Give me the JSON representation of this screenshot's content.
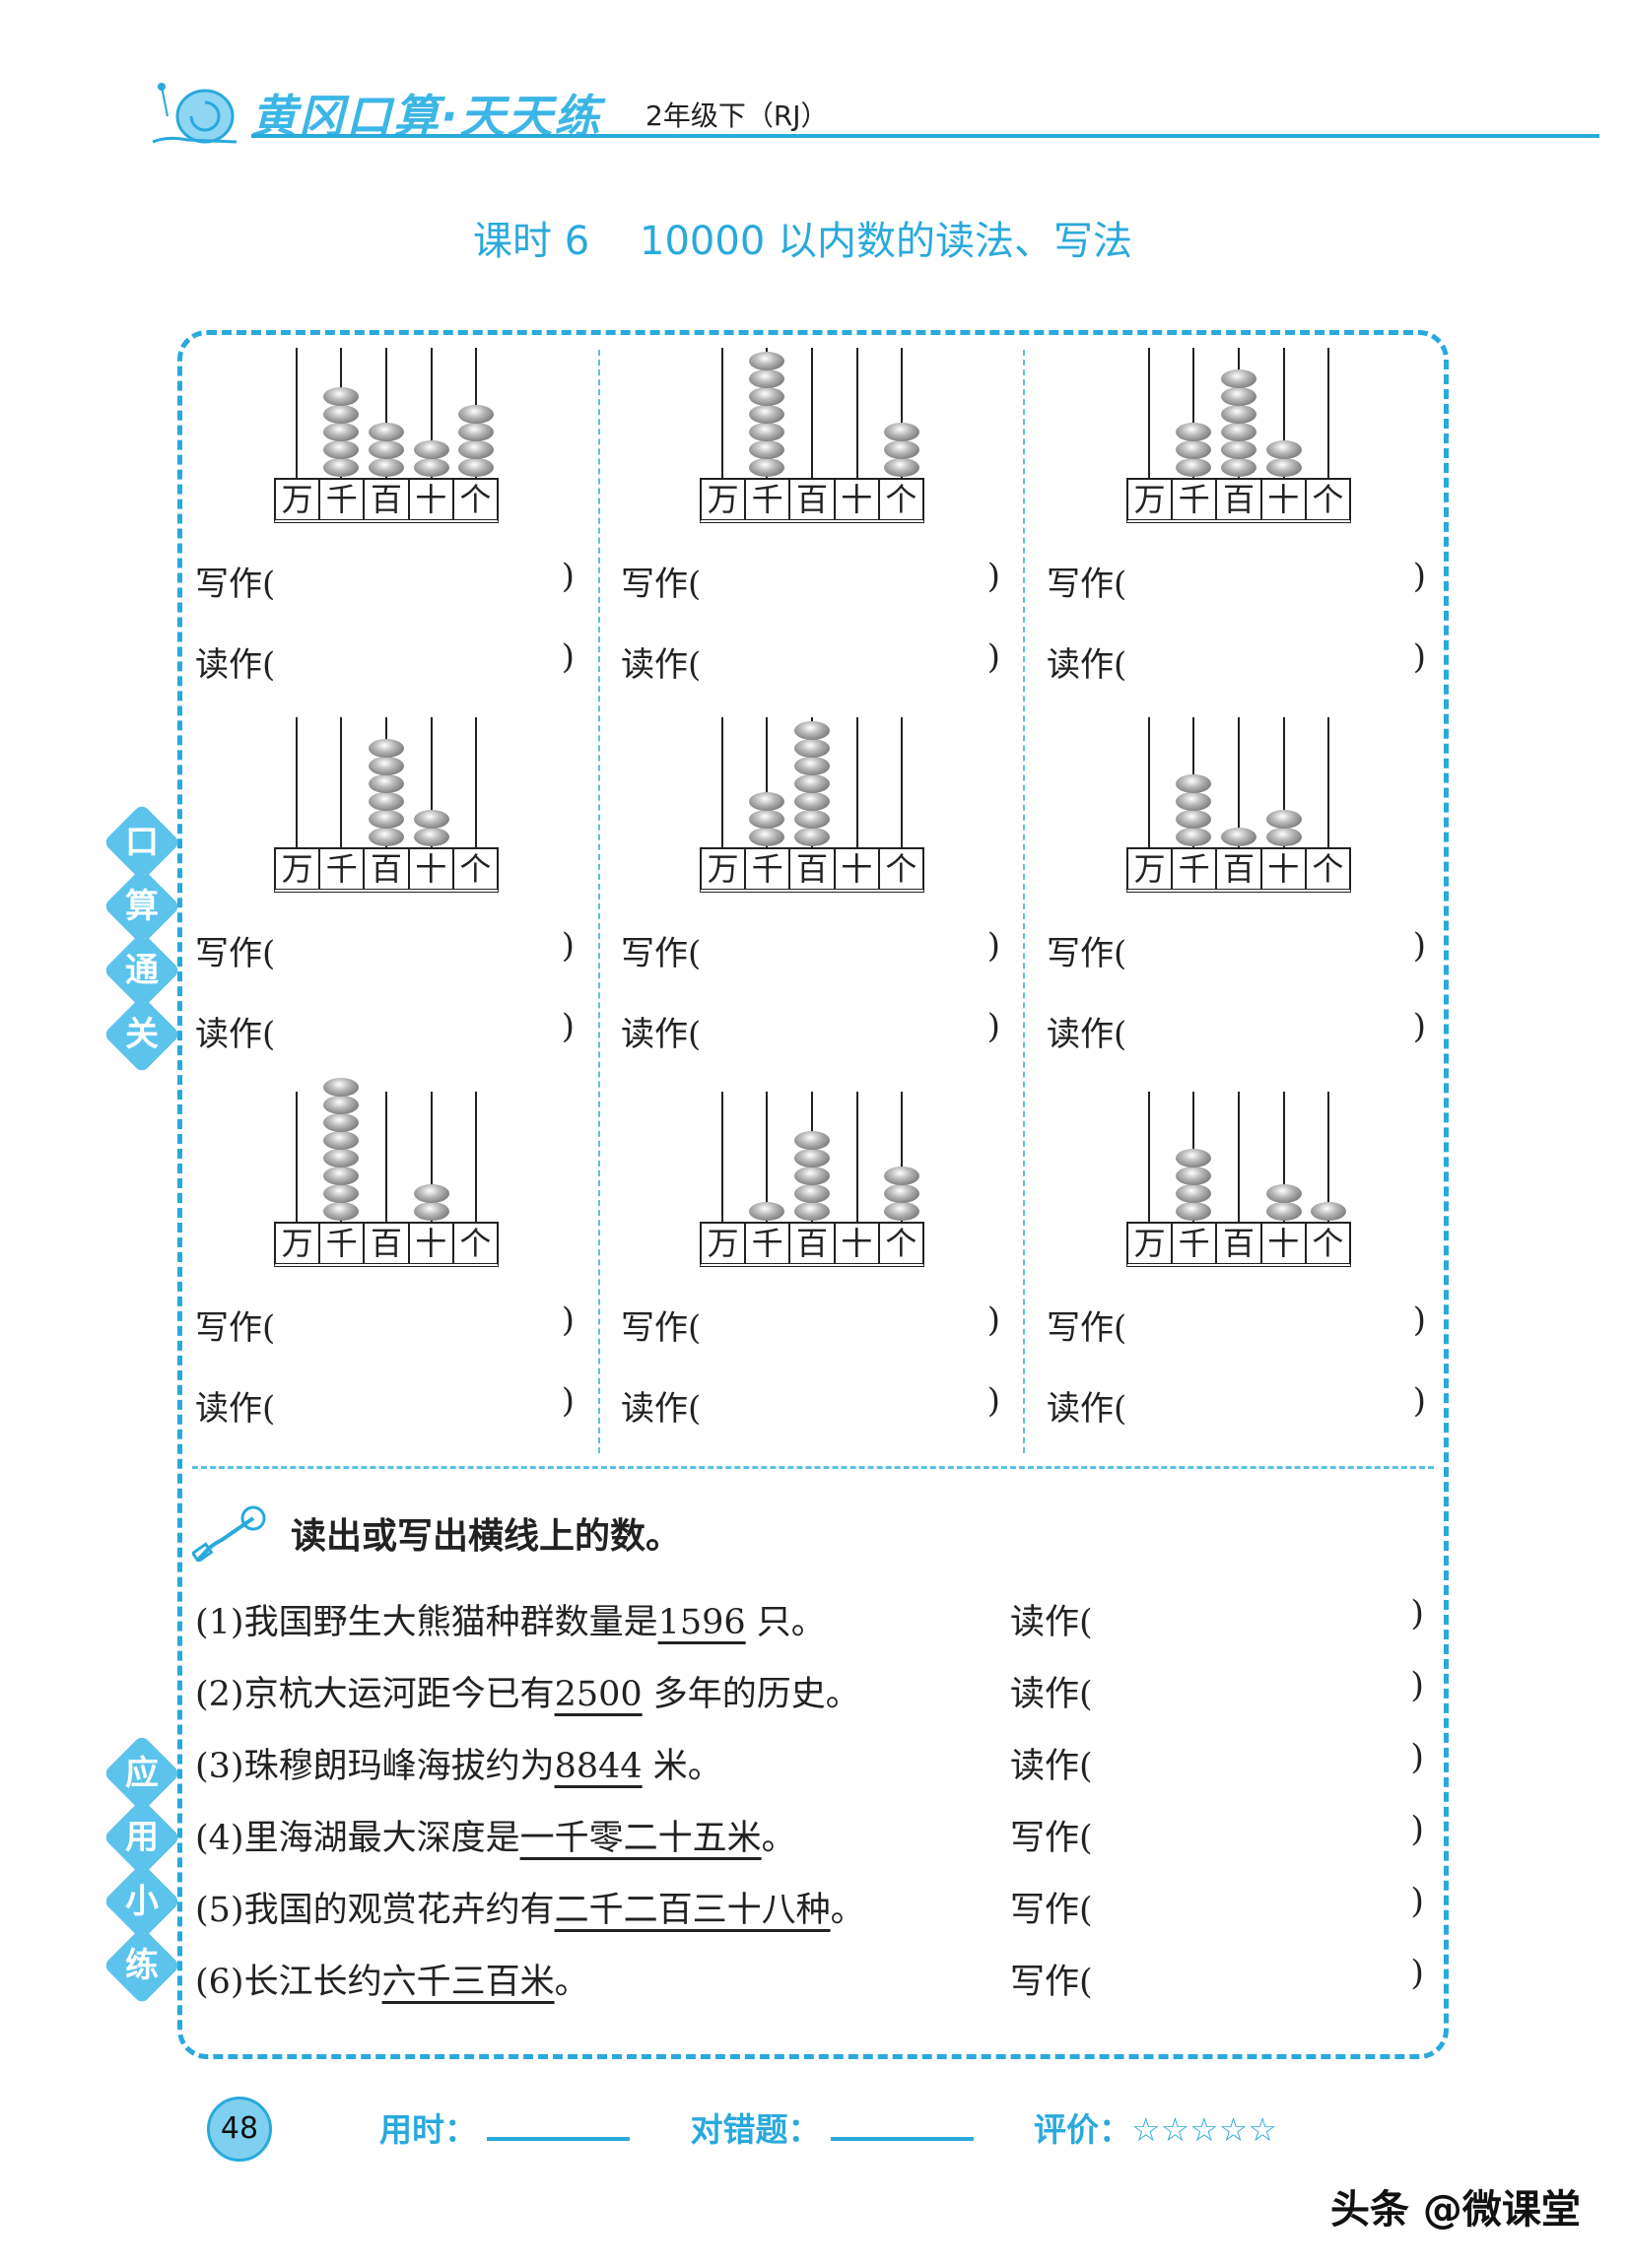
{
  "header": {
    "brand": "黄冈口算·天天练",
    "grade": "2年级下（RJ）"
  },
  "lesson_title": "课时 6    10000 以内数的读法、写法",
  "abacus": {
    "place_labels": [
      "万",
      "千",
      "百",
      "十",
      "个"
    ],
    "items": [
      {
        "beads": [
          0,
          5,
          3,
          2,
          4
        ]
      },
      {
        "beads": [
          0,
          7,
          0,
          0,
          3
        ]
      },
      {
        "beads": [
          0,
          3,
          6,
          2,
          0
        ]
      },
      {
        "beads": [
          0,
          0,
          6,
          2,
          0
        ]
      },
      {
        "beads": [
          0,
          3,
          7,
          0,
          0
        ]
      },
      {
        "beads": [
          0,
          4,
          1,
          2,
          0
        ]
      },
      {
        "beads": [
          0,
          8,
          0,
          2,
          0
        ]
      },
      {
        "beads": [
          0,
          1,
          5,
          0,
          3
        ]
      },
      {
        "beads": [
          0,
          4,
          0,
          2,
          1
        ]
      }
    ]
  },
  "answer_labels": {
    "write": "写作(",
    "read": "读作(",
    "close": ")"
  },
  "side_sections": {
    "oral": [
      "口",
      "算",
      "通",
      "关"
    ],
    "applied": [
      "应",
      "用",
      "小",
      "练"
    ]
  },
  "applied": {
    "instruction": "读出或写出横线上的数。",
    "items": [
      {
        "pre": "(1)我国野生大熊猫种群数量是",
        "u": "1596",
        "post": " 只。",
        "ans": "读作("
      },
      {
        "pre": "(2)京杭大运河距今已有",
        "u": "2500",
        "post": " 多年的历史。",
        "ans": "读作("
      },
      {
        "pre": "(3)珠穆朗玛峰海拔约为",
        "u": "8844",
        "post": " 米。",
        "ans": "读作("
      },
      {
        "pre": "(4)里海湖最大深度是",
        "u": "一千零二十五米",
        "post": "。",
        "ans": "写作("
      },
      {
        "pre": "(5)我国的观赏花卉约有",
        "u": "二千二百三十八种",
        "post": "。",
        "ans": "写作("
      },
      {
        "pre": "(6)长江长约",
        "u": "六千三百米",
        "post": "。",
        "ans": "写作("
      }
    ]
  },
  "footer": {
    "page": "48",
    "time": "用时：",
    "errors": "对错题：",
    "rating": "评价：",
    "stars": "☆☆☆☆☆"
  },
  "watermark": "头条 @微课堂"
}
